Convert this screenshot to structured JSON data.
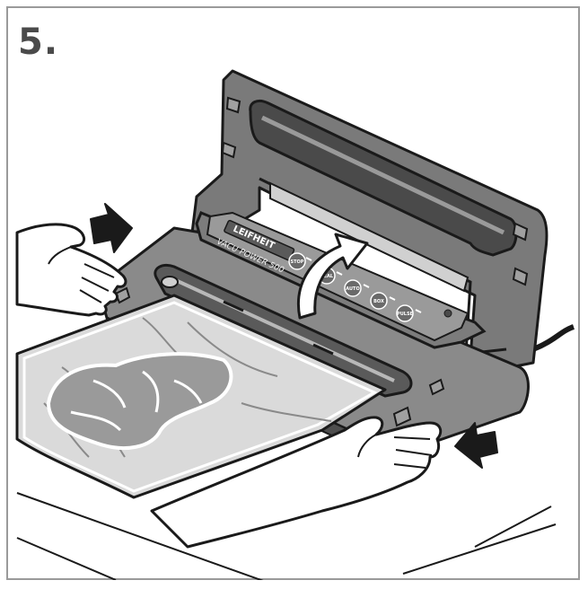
{
  "step": {
    "number": "5."
  },
  "device": {
    "brand": "LEIFHEIT",
    "model": "VACU POWER 500",
    "buttons": [
      "STOP",
      "SEAL",
      "AUTO",
      "BOX",
      "PULSE"
    ]
  },
  "colors": {
    "housing_dark": "#6f6f6f",
    "housing_mid": "#8c8c8c",
    "housing_light": "#b3b3b3",
    "outline": "#1a1a1a",
    "bag": "#d9d9d9",
    "meat": "#9a9a9a",
    "frame_border": "#9a9a9a"
  },
  "icons": {
    "press_arrow_left": "arrow-right-icon",
    "press_arrow_right": "arrow-left-icon",
    "lid_open_arrow": "curved-arrow-up-icon"
  }
}
